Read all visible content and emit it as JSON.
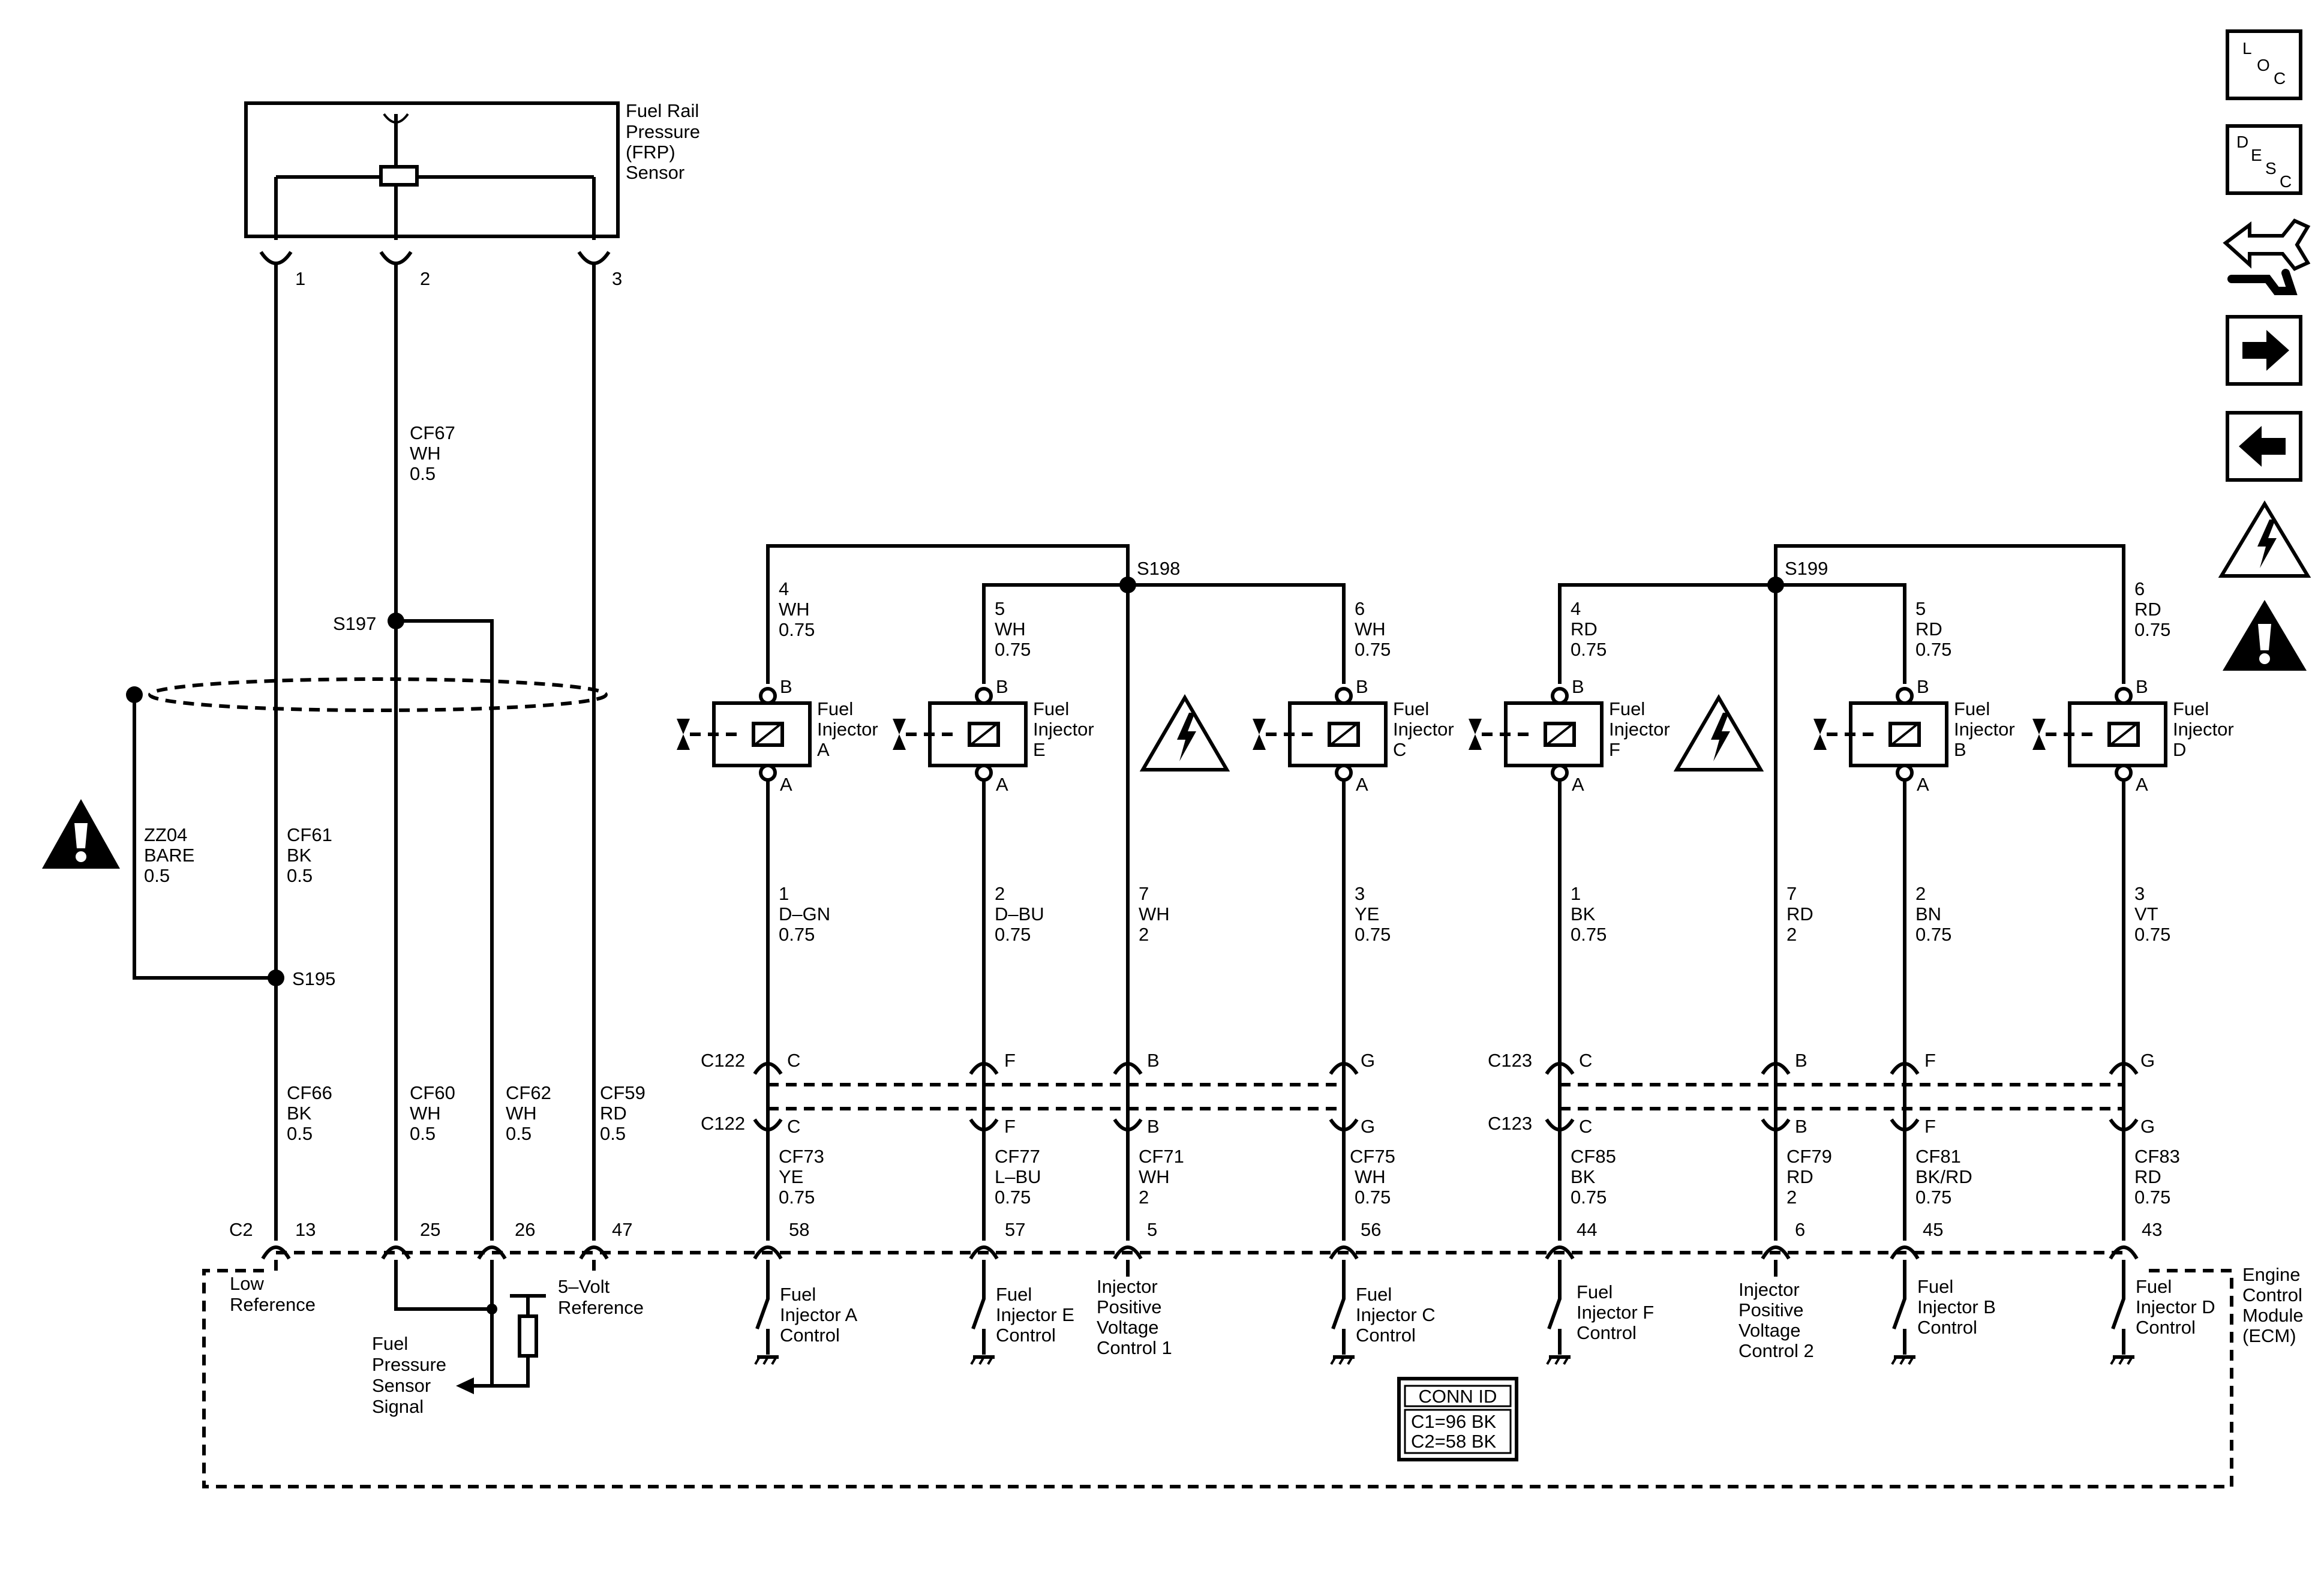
{
  "frp_sensor": {
    "title": [
      "Fuel Rail",
      "Pressure",
      "(FRP)",
      "Sensor"
    ],
    "pins": [
      "1",
      "2",
      "3"
    ]
  },
  "wires_top": {
    "cf67": [
      "CF67",
      "WH",
      "0.5"
    ],
    "cf61": [
      "CF61",
      "BK",
      "0.5"
    ],
    "zz04": [
      "ZZ04",
      "BARE",
      "0.5"
    ]
  },
  "splices": {
    "s197": "S197",
    "s195": "S195",
    "s198": "S198",
    "s199": "S199"
  },
  "wires_left": {
    "cf66": [
      "CF66",
      "BK",
      "0.5"
    ],
    "cf60": [
      "CF60",
      "WH",
      "0.5"
    ],
    "cf62": [
      "CF62",
      "WH",
      "0.5"
    ],
    "cf59": [
      "CF59",
      "RD",
      "0.5"
    ]
  },
  "injector_feed": {
    "a": [
      "4",
      "WH",
      "0.75"
    ],
    "e": [
      "5",
      "WH",
      "0.75"
    ],
    "c": [
      "6",
      "WH",
      "0.75"
    ],
    "f": [
      "4",
      "RD",
      "0.75"
    ],
    "b": [
      "5",
      "RD",
      "0.75"
    ],
    "d": [
      "6",
      "RD",
      "0.75"
    ]
  },
  "injectors": {
    "a": [
      "Fuel",
      "Injector",
      "A"
    ],
    "e": [
      "Fuel",
      "Injector",
      "E"
    ],
    "c": [
      "Fuel",
      "Injector",
      "C"
    ],
    "f": [
      "Fuel",
      "Injector",
      "F"
    ],
    "b": [
      "Fuel",
      "Injector",
      "B"
    ],
    "d": [
      "Fuel",
      "Injector",
      "D"
    ],
    "pin_b": "B",
    "pin_a": "A"
  },
  "harness_mid": {
    "w1": [
      "1",
      "D–GN",
      "0.75"
    ],
    "w2": [
      "2",
      "D–BU",
      "0.75"
    ],
    "w7": [
      "7",
      "WH",
      "2"
    ],
    "w3": [
      "3",
      "YE",
      "0.75"
    ],
    "w1b": [
      "1",
      "BK",
      "0.75"
    ],
    "w7b": [
      "7",
      "RD",
      "2"
    ],
    "w2b": [
      "2",
      "BN",
      "0.75"
    ],
    "w3b": [
      "3",
      "VT",
      "0.75"
    ]
  },
  "connectors": {
    "c122": "C122",
    "c123": "C123",
    "c122_pins": [
      "C",
      "F",
      "B",
      "G"
    ],
    "c123_pins": [
      "C",
      "B",
      "F",
      "G"
    ]
  },
  "wires_bottom": {
    "cf73": [
      "CF73",
      "YE",
      "0.75"
    ],
    "cf77": [
      "CF77",
      "L–BU",
      "0.75"
    ],
    "cf71": [
      "CF71",
      "WH",
      "2"
    ],
    "cf75": [
      "CF75",
      "WH",
      "0.75"
    ],
    "cf85": [
      "CF85",
      "BK",
      "0.75"
    ],
    "cf79": [
      "CF79",
      "RD",
      "2"
    ],
    "cf81": [
      "CF81",
      "BK/RD",
      "0.75"
    ],
    "cf83": [
      "CF83",
      "RD",
      "0.75"
    ]
  },
  "ecm": {
    "connector": "C2",
    "pins": [
      "13",
      "25",
      "26",
      "47",
      "58",
      "57",
      "5",
      "56",
      "44",
      "6",
      "45",
      "43"
    ],
    "title": [
      "Engine",
      "Control",
      "Module",
      "(ECM)"
    ],
    "low_ref": [
      "Low",
      "Reference"
    ],
    "five_volt": [
      "5–Volt",
      "Reference"
    ],
    "fp_signal": [
      "Fuel",
      "Pressure",
      "Sensor",
      "Signal"
    ],
    "ctrl_a": [
      "Fuel",
      "Injector A",
      "Control"
    ],
    "ctrl_e": [
      "Fuel",
      "Injector E",
      "Control"
    ],
    "ipv1": [
      "Injector",
      "Positive",
      "Voltage",
      "Control 1"
    ],
    "ctrl_c": [
      "Fuel",
      "Injector C",
      "Control"
    ],
    "ctrl_f": [
      "Fuel",
      "Injector F",
      "Control"
    ],
    "ipv2": [
      "Injector",
      "Positive",
      "Voltage",
      "Control 2"
    ],
    "ctrl_b": [
      "Fuel",
      "Injector B",
      "Control"
    ],
    "ctrl_d": [
      "Fuel",
      "Injector D",
      "Control"
    ]
  },
  "conn_id": {
    "title": "CONN ID",
    "c1": "C1=96 BK",
    "c2": "C2=58 BK"
  },
  "nav": {
    "loc": [
      "L",
      "O",
      "C"
    ],
    "desc": [
      "D",
      "E",
      "S",
      "C"
    ]
  },
  "icons": {
    "loc": "location-icon",
    "desc": "description-icon",
    "connector": "connector-end-view-icon",
    "next": "arrow-right-icon",
    "prev": "arrow-left-icon",
    "high_voltage": "high-voltage-warning-icon",
    "caution": "caution-icon"
  }
}
